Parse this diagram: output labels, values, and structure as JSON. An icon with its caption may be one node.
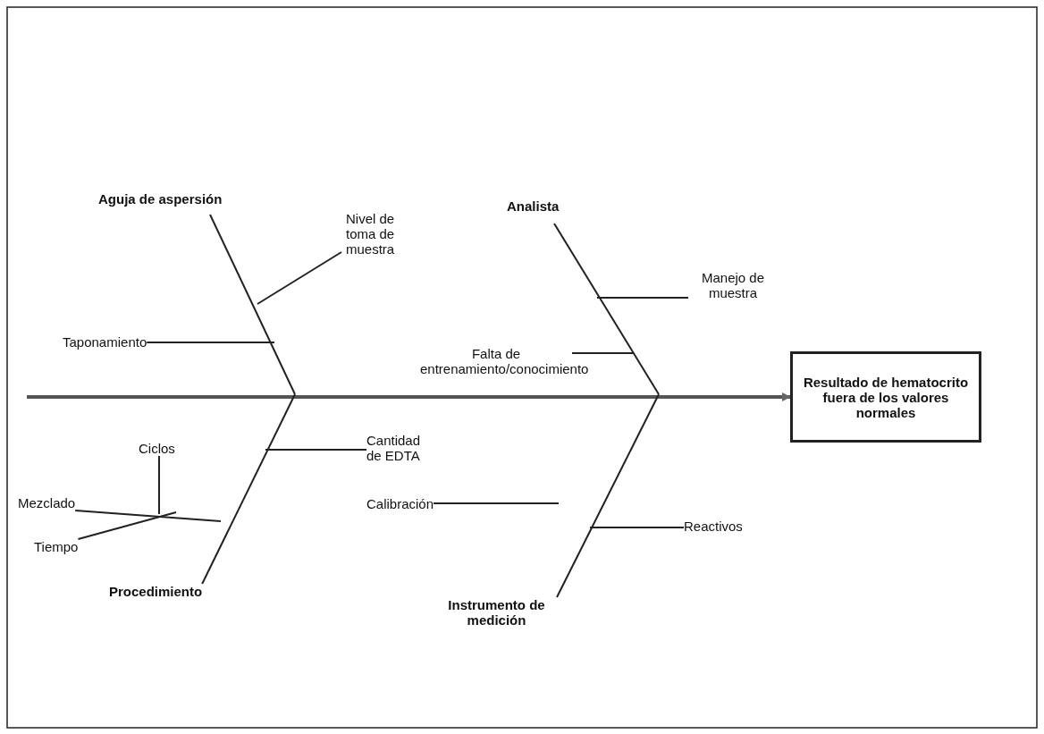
{
  "diagram": {
    "nodes": [
      {
        "text": [
          "Resultado de hematocrito fuera de los valores normales"
        ]
      },
      {
        "text": [
          "Aguja de aspersión"
        ]
      },
      {
        "text": [
          "Nivel de toma de muestra"
        ]
      },
      {
        "text": [
          "Taponamiento"
        ]
      },
      {
        "text": [
          "Analista"
        ]
      },
      {
        "text": [
          "Manejo de muestra"
        ]
      },
      {
        "text": [
          "Falta de entrenamiento/conocimiento"
        ]
      },
      {
        "text": [
          "Procedimiento"
        ]
      },
      {
        "text": [
          "Cantidad de EDTA"
        ]
      },
      {
        "text": [
          "Mezclado"
        ]
      },
      {
        "text": [
          "Ciclos"
        ]
      },
      {
        "text": [
          "Tiempo"
        ]
      },
      {
        "text": [
          "Instrumento de medición"
        ]
      },
      {
        "text": [
          "Reactivos"
        ]
      },
      {
        "text": [
          "Calibración"
        ]
      }
    ],
    "edges": [
      {
        "from": null,
        "to": 0,
        "arrow": "to",
        "style": "thick"
      },
      {
        "from": 1,
        "to": null,
        "arrow": "none"
      },
      {
        "from": 2,
        "to": null,
        "arrow": "none"
      },
      {
        "from": 3,
        "to": null,
        "arrow": "none"
      },
      {
        "from": 4,
        "to": null,
        "arrow": "none"
      },
      {
        "from": 5,
        "to": null,
        "arrow": "none"
      },
      {
        "from": 6,
        "to": null,
        "arrow": "none"
      },
      {
        "from": 7,
        "to": null,
        "arrow": "none"
      },
      {
        "from": 8,
        "to": null,
        "arrow": "none"
      },
      {
        "from": 9,
        "to": null,
        "arrow": "none"
      },
      {
        "from": 10,
        "to": null,
        "arrow": "none"
      },
      {
        "from": 11,
        "to": null,
        "arrow": "none"
      },
      {
        "from": 12,
        "to": null,
        "arrow": "none"
      },
      {
        "from": 13,
        "to": null,
        "arrow": "none"
      },
      {
        "from": 14,
        "to": null,
        "arrow": "none"
      }
    ]
  }
}
